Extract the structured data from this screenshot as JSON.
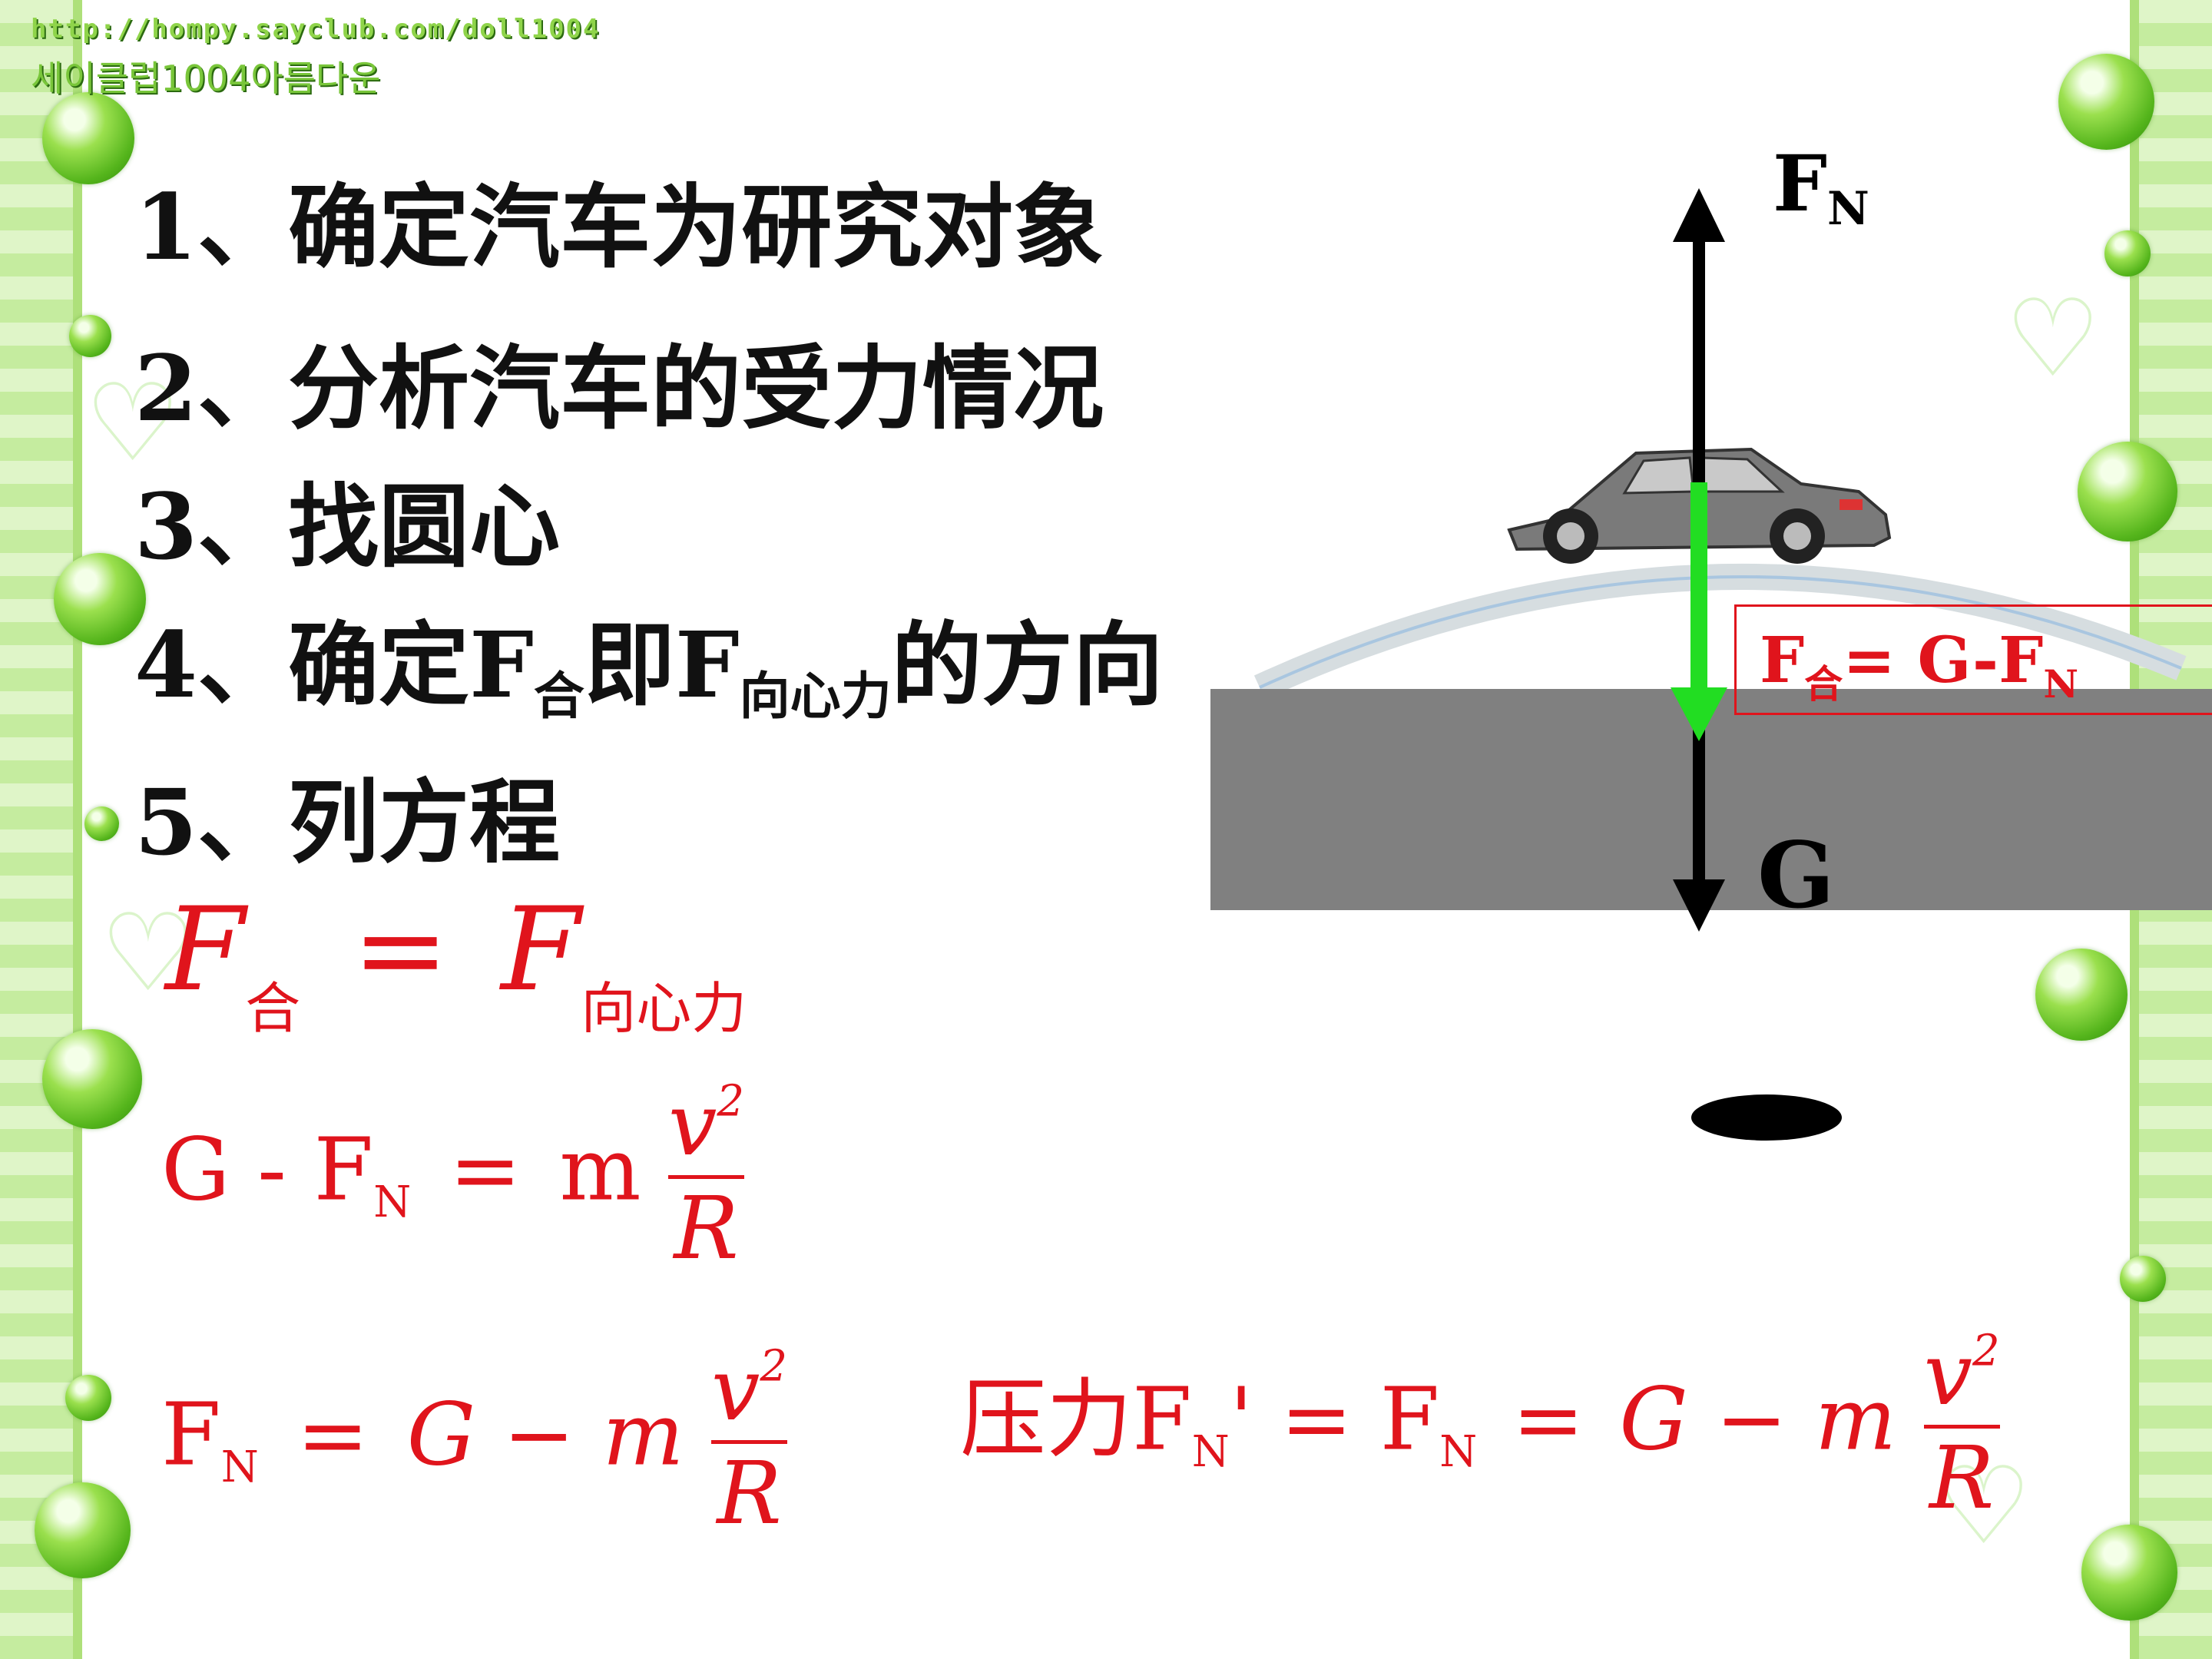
{
  "watermark": {
    "url": "http://hompy.sayclub.com/doll1004",
    "korean": "세이클럽1004아름다운"
  },
  "steps": [
    {
      "num": "1、",
      "text": "确定汽车为研究对象"
    },
    {
      "num": "2、",
      "text": "分析汽车的受力情况"
    },
    {
      "num": "3、",
      "text": "找圆心"
    },
    {
      "num": "4、",
      "text_a": "确定F",
      "sub_a": "合",
      "text_b": "即F",
      "sub_b": "向心力",
      "text_c": "的方向"
    },
    {
      "num": "5、",
      "text": "列方程"
    }
  ],
  "diagram": {
    "force_up_label": "F",
    "force_up_sub": "N",
    "force_down_label": "G",
    "net_force_box": {
      "lhs": "F",
      "lhs_sub": "合",
      "eq": "=",
      "rhs": "G-F",
      "rhs_sub": "N"
    },
    "colors": {
      "road": "#808080",
      "arrow": "#000000",
      "net_arrow": "#22dd22",
      "label_red": "#e0141c"
    }
  },
  "formulas": {
    "f1": {
      "lhs": "F",
      "lhs_sub": "合",
      "eq": "=",
      "rhs": "F",
      "rhs_sub": "向心力"
    },
    "f2": {
      "a": "G",
      "op1": "-",
      "b": "F",
      "b_sub": "N",
      "eq": "=",
      "m": "m",
      "num": "v",
      "num_sup": "2",
      "den": "R"
    },
    "f3": {
      "a": "F",
      "a_sub": "N",
      "eq": "=",
      "g": "G",
      "minus": "−",
      "m": "m",
      "num": "v",
      "num_sup": "2",
      "den": "R"
    },
    "f4": {
      "prefix": "压力F",
      "prefix_sub": "N",
      "prime": "'",
      "eq1": "=",
      "b": "F",
      "b_sub": "N",
      "eq2": "=",
      "g": "G",
      "minus": "−",
      "m": "m",
      "num": "v",
      "num_sup": "2",
      "den": "R"
    }
  }
}
